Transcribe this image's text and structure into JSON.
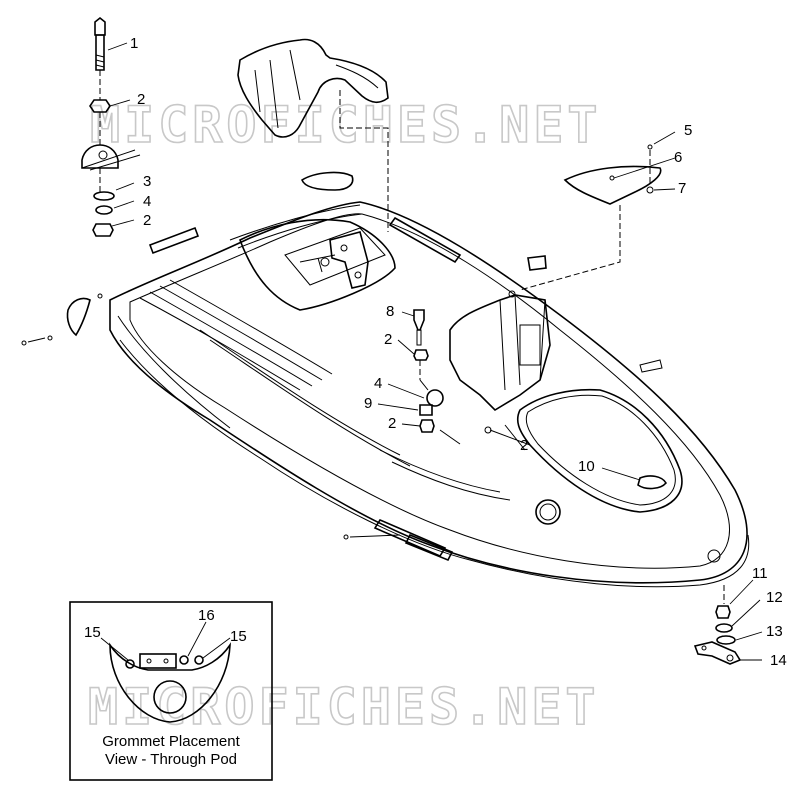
{
  "watermark": "MICROFICHES.NET",
  "callouts": {
    "c1": "1",
    "c2a": "2",
    "c3": "3",
    "c4a": "4",
    "c2b": "2",
    "c5": "5",
    "c6": "6",
    "c7": "7",
    "c8": "8",
    "c2c": "2",
    "c4b": "4",
    "c9": "9",
    "c2d": "2",
    "c2e": "2",
    "c10": "10",
    "c11": "11",
    "c12": "12",
    "c13": "13",
    "c14": "14",
    "c15a": "15",
    "c16": "16",
    "c15b": "15"
  },
  "inset": {
    "caption_line1": "Grommet Placement",
    "caption_line2": "View - Through Pod"
  }
}
